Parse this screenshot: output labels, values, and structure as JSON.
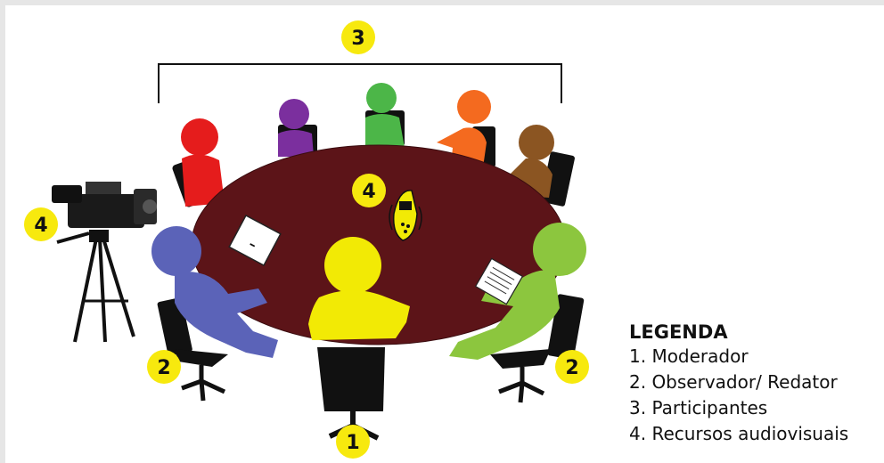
{
  "colors": {
    "background": "#e6e6e6",
    "table": "#5c1418",
    "badge": "#f7e90e",
    "moderator": "#f2ea05",
    "observer_left": "#5b63b8",
    "observer_right": "#8cc63e",
    "participant_red": "#e51c1c",
    "participant_purple": "#7b2f9e",
    "participant_green": "#4cb648",
    "participant_orange": "#f46a1f",
    "participant_brown": "#8b5522",
    "chair": "#111111"
  },
  "badges": {
    "moderator": "1",
    "observer_left": "2",
    "observer_right": "2",
    "participants": "3",
    "audiovisual_camera": "4",
    "audiovisual_recorder": "4"
  },
  "notepad_mark": "-",
  "icons": [
    "video-camera-icon",
    "tripod-icon",
    "audio-recorder-icon",
    "notepad-icon",
    "notes-sheet-icon"
  ],
  "legend": {
    "title": "LEGENDA",
    "items": [
      "1. Moderador",
      "2. Observador/ Redator",
      "3. Participantes",
      "4. Recursos audiovisuais"
    ]
  }
}
